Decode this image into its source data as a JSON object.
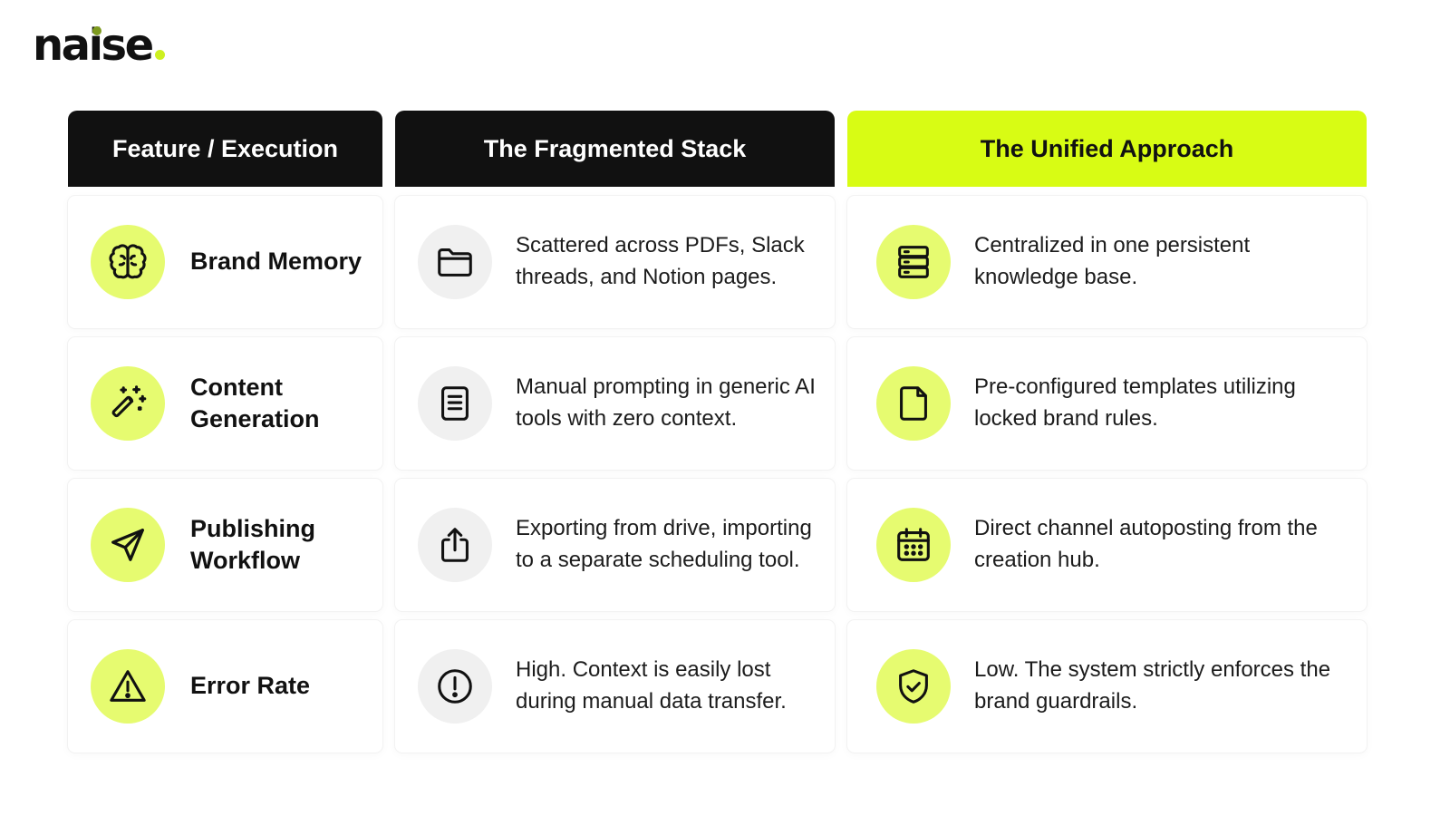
{
  "brand": {
    "name": "naise"
  },
  "headers": {
    "feature": "Feature / Execution",
    "fragmented": "The Fragmented Stack",
    "unified": "The Unified Approach"
  },
  "rows": [
    {
      "feature": {
        "label": "Brand Memory",
        "icon": "brain-icon"
      },
      "fragmented": {
        "text": "Scattered across PDFs, Slack threads, and Notion pages.",
        "icon": "folder-icon"
      },
      "unified": {
        "text": "Centralized in one persistent knowledge base.",
        "icon": "database-icon"
      }
    },
    {
      "feature": {
        "label": "Content Generation",
        "icon": "magic-wand-icon"
      },
      "fragmented": {
        "text": "Manual prompting in generic AI tools with zero context.",
        "icon": "document-lines-icon"
      },
      "unified": {
        "text": "Pre-configured templates utilizing locked brand rules.",
        "icon": "file-icon"
      }
    },
    {
      "feature": {
        "label": "Publishing Workflow",
        "icon": "paper-plane-icon"
      },
      "fragmented": {
        "text": "Exporting from drive, importing to a separate scheduling tool.",
        "icon": "upload-icon"
      },
      "unified": {
        "text": "Direct channel autoposting from the creation hub.",
        "icon": "calendar-icon"
      }
    },
    {
      "feature": {
        "label": "Error Rate",
        "icon": "warning-triangle-icon"
      },
      "fragmented": {
        "text": "High. Context is easily lost during manual data transfer.",
        "icon": "alert-circle-icon"
      },
      "unified": {
        "text": "Low. The system strictly enforces the brand guardrails.",
        "icon": "shield-check-icon"
      }
    }
  ],
  "colors": {
    "accent": "#d8fc14",
    "accent_soft": "#e6fb70",
    "header_dark": "#111111",
    "icon_grey_bg": "#f0f0f0"
  }
}
